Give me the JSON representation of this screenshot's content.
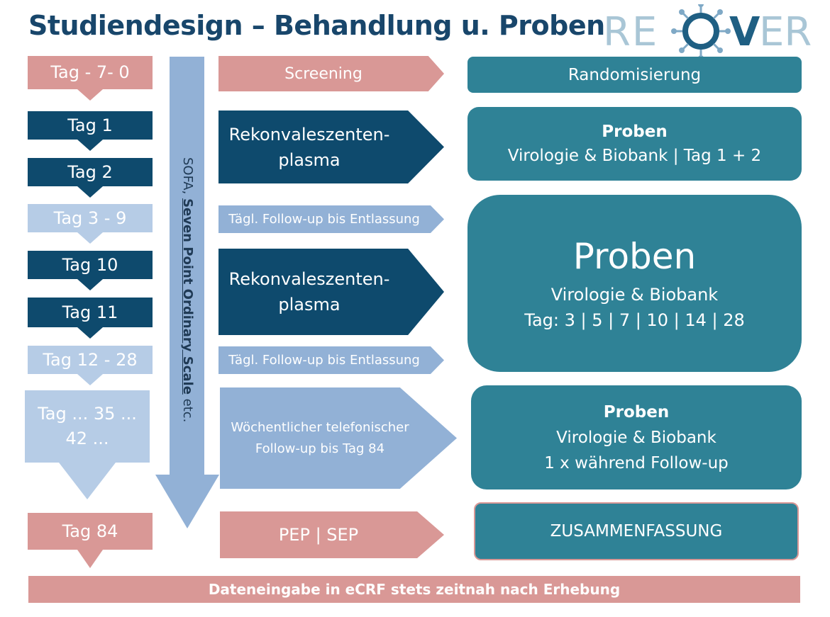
{
  "header": {
    "title": "Studiendesign – Behandlung u. Proben",
    "logo_text": "RECOVER",
    "logo_color": "#a9c6d6",
    "title_color": "#18466b"
  },
  "days": [
    {
      "label": "Tag - 7- 0"
    },
    {
      "label": "Tag 1"
    },
    {
      "label": "Tag 2"
    },
    {
      "label": "Tag 3 - 9"
    },
    {
      "label": "Tag 10"
    },
    {
      "label": "Tag 11"
    },
    {
      "label": "Tag 12 - 28"
    },
    {
      "label": "Tag ... 35 ... 42 ..."
    },
    {
      "label": "Tag 84"
    }
  ],
  "sofa": {
    "prefix": "SOFA, ",
    "emphasis": "Seven Point Ordinary Scale",
    "suffix": " etc."
  },
  "steps": {
    "screening": "Screening",
    "plasma1": "Rekonvaleszenten-plasma",
    "followup1": "Tägl. Follow-up bis Entlassung",
    "plasma2": "Rekonvaleszenten-plasma",
    "followup2": "Tägl. Follow-up bis Entlassung",
    "weekly": "Wöchentlicher telefonischer Follow-up bis Tag 84",
    "pep": "PEP | SEP"
  },
  "boxes": {
    "random": "Randomisierung",
    "proben1_title": "Proben",
    "proben1_sub": "Virologie & Biobank | Tag 1 + 2",
    "proben2_title": "Proben",
    "proben2_sub": "Virologie & Biobank",
    "proben2_days": "Tag: 3 | 5 | 7 | 10 | 14 | 28",
    "proben3_title": "Proben",
    "proben3_sub": "Virologie & Biobank",
    "proben3_line": "1 x während Follow-up",
    "summary": "ZUSAMMENFASSUNG"
  },
  "footer": "Dateneingabe in eCRF stets zeitnah nach Erhebung",
  "colors": {
    "pink": "#d99896",
    "navy": "#0e4a6d",
    "light_blue": "#b6cce6",
    "mid_blue": "#92b1d6",
    "teal": "#2f8296"
  }
}
